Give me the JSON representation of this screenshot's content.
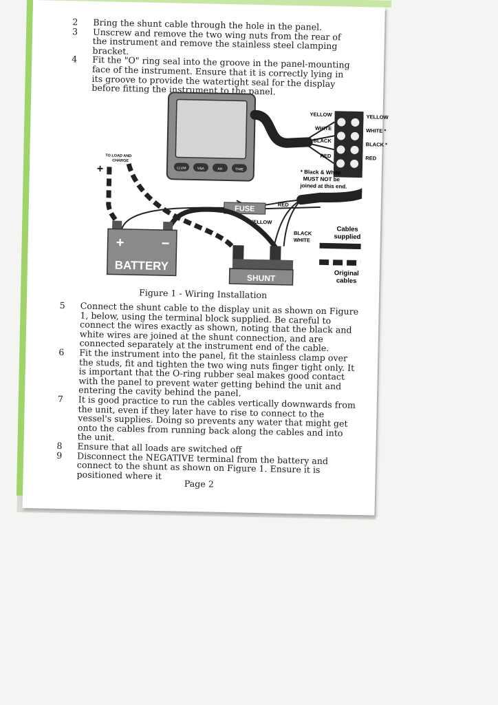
{
  "steps_top": [
    {
      "num": "2",
      "text": "Bring the shunt cable through the hole in the panel."
    },
    {
      "num": "3",
      "text": "Unscrew and remove the two wing nuts from the rear of the instrument and remove the stainless steel clamping bracket."
    },
    {
      "num": "4",
      "text": "Fit the \"O\" ring seal into the groove in the panel-mounting face of the instrument. Ensure that it is correctly lying in its groove to provide the watertight seal for the display before fitting the instrument to the panel."
    }
  ],
  "figure": {
    "caption": "Figure 1 - Wiring Installation",
    "display_buttons": [
      "LLUM",
      "V&A",
      "AH",
      "TIME"
    ],
    "wires_left": [
      "YELLOW",
      "WHITE",
      "BLACK",
      "RED"
    ],
    "wires_right": [
      "YELLOW",
      "WHITE *",
      "BLACK *",
      "RED"
    ],
    "note_line1": "* Black & White",
    "note_line2": "MUST NOT be",
    "note_line3": "joined at this end.",
    "load_label_1": "TO LOAD AND",
    "load_label_2": "CHARGE",
    "plus_sign": "+",
    "battery_plus": "+",
    "battery_minus": "−",
    "battery_label": "BATTERY",
    "fuse_label": "FUSE",
    "red_label": "RED",
    "yellow_label": "YELLOW",
    "black_label": "BLACK",
    "white_label": "WHITE",
    "shunt_label": "SHUNT",
    "legend_cables_supplied_1": "Cables",
    "legend_cables_supplied_2": "supplied",
    "legend_original_1": "Original",
    "legend_original_2": "cables"
  },
  "steps_bottom": [
    {
      "num": "5",
      "text": "Connect the shunt cable to the display unit as shown on Figure 1, below, using the terminal block supplied. Be careful to connect the wires exactly as shown, noting that the black and white wires are joined at the shunt connection, and are connected separately at the instrument end of the cable."
    },
    {
      "num": "6",
      "text": "Fit the instrument into the panel, fit the stainless clamp over the studs, fit and tighten the two wing nuts finger tight only. It is important that the O-ring rubber seal makes good contact with the panel to prevent water getting behind the unit and entering the cavity behind the panel."
    },
    {
      "num": "7",
      "text": "It is good practice to run the cables vertically downwards from the unit, even if they later have to rise to connect to the vessel's supplies. Doing so prevents any water that might get onto the cables from running back along the cables and into the unit."
    },
    {
      "num": "8",
      "text": "Ensure that all loads are switched off"
    },
    {
      "num": "9",
      "text": "Disconnect the NEGATIVE terminal from the battery and connect to the shunt as shown on Figure 1. Ensure it is positioned where it"
    }
  ],
  "footer": "Page 2"
}
